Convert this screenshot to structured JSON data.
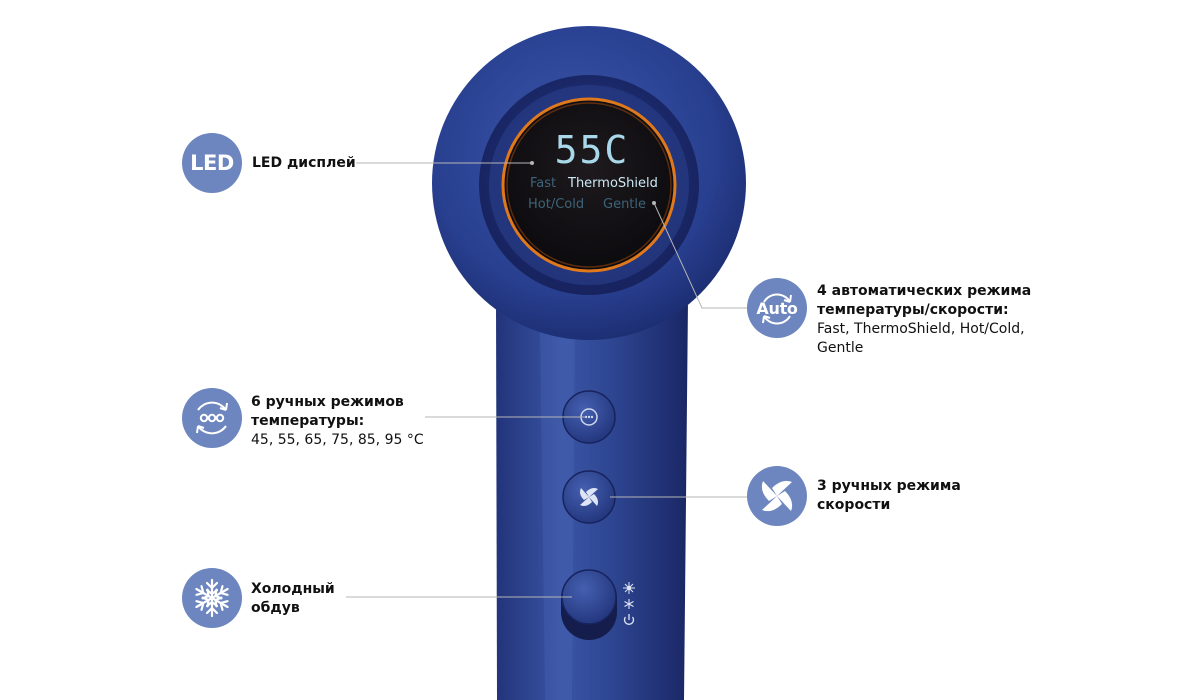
{
  "display": {
    "temperature": "55C",
    "modes": [
      "Fast",
      "ThermoShield",
      "Hot/Cold",
      "Gentle"
    ]
  },
  "callouts": {
    "led": {
      "badge_text": "LED",
      "title": "LED дисплей"
    },
    "auto": {
      "badge_text": "Auto",
      "title_line1": "4 автоматических режима",
      "title_line2": "температуры/скорости:",
      "desc_line1": "Fast, ThermoShield, Hot/Cold,",
      "desc_line2": "Gentle"
    },
    "temp_manual": {
      "badge_icon": "temperature-dots-icon",
      "title_line1": "6 ручных режимов",
      "title_line2": "температуры:",
      "desc": "45, 55, 65, 75, 85, 95 °C"
    },
    "speed_manual": {
      "badge_icon": "fan-icon",
      "title_line1": "3 ручных режима",
      "title_line2": "скорости"
    },
    "cold": {
      "badge_icon": "snowflake-icon",
      "title_line1": "Холодный",
      "title_line2": "обдув"
    }
  },
  "colors": {
    "badge": "#6d86bf",
    "body_dark": "#1b2a6b",
    "body_light": "#3d56a8",
    "led_ring": "#e0781c",
    "led_text": "#a8d8ea"
  }
}
